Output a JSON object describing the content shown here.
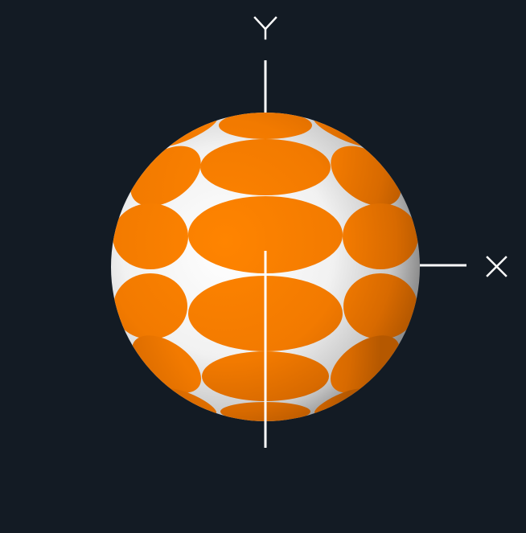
{
  "scene": {
    "background": "#131b24",
    "sphere": {
      "base_color": "#ffffff",
      "pattern_color": "#ff8000",
      "pattern": "elliptical-spots"
    },
    "axes": {
      "color": "#ffffff",
      "x_label": "X",
      "y_label": "Y"
    }
  }
}
